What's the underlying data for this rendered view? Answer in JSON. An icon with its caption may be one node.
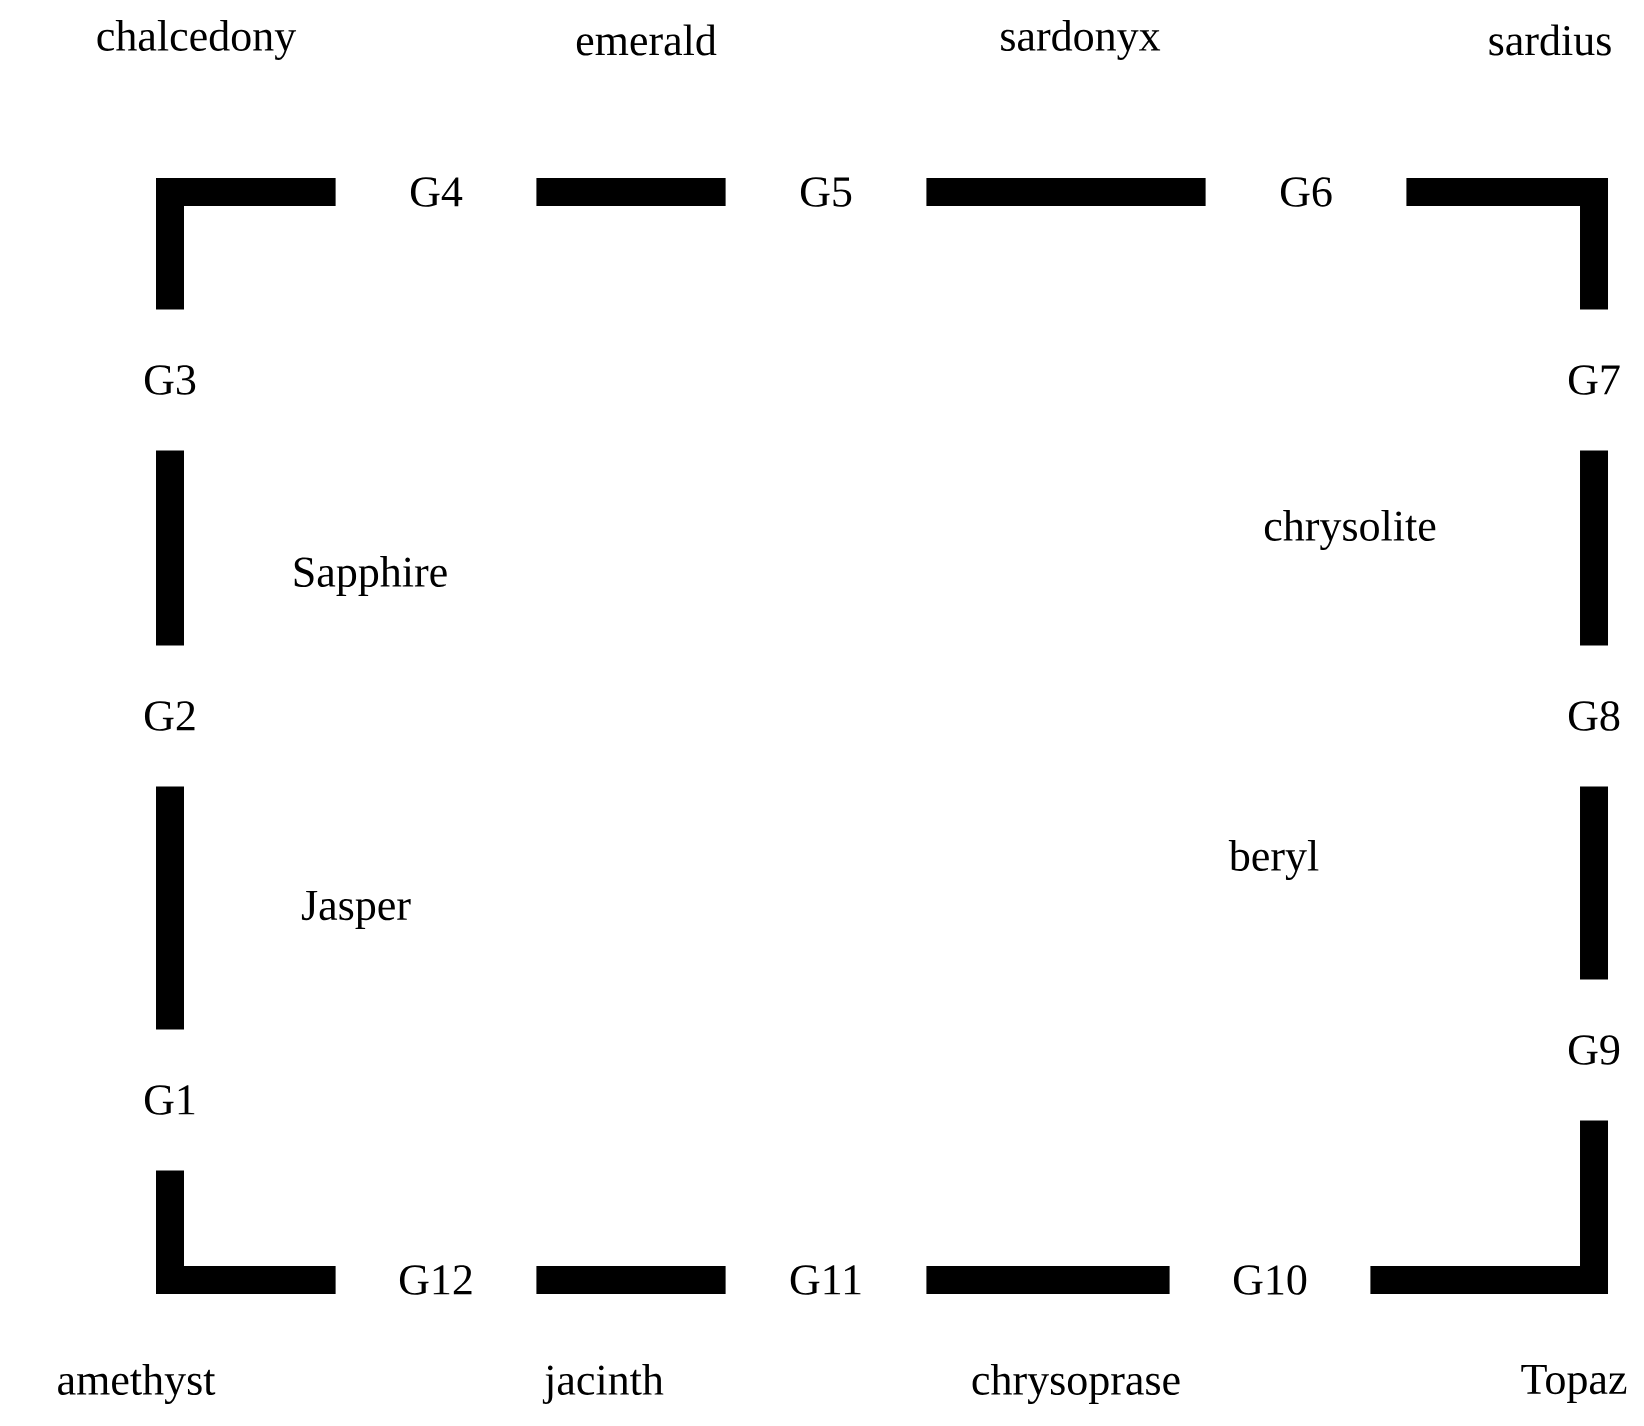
{
  "diagram": {
    "nodes": [
      {
        "text": [
          "G1"
        ]
      },
      {
        "text": [
          "G2"
        ]
      },
      {
        "text": [
          "G3"
        ]
      },
      {
        "text": [
          "G4"
        ]
      },
      {
        "text": [
          "G5"
        ]
      },
      {
        "text": [
          "G6"
        ]
      },
      {
        "text": [
          "G7"
        ]
      },
      {
        "text": [
          "G8"
        ]
      },
      {
        "text": [
          "G9"
        ]
      },
      {
        "text": [
          "G10"
        ]
      },
      {
        "text": [
          "G11"
        ]
      },
      {
        "text": [
          "G12"
        ]
      }
    ],
    "edges": [
      {
        "from": 0,
        "to": 1,
        "arrow": "none"
      },
      {
        "from": 1,
        "to": 2,
        "arrow": "none"
      },
      {
        "from": 2,
        "to": 3,
        "arrow": "none"
      },
      {
        "from": 3,
        "to": 4,
        "arrow": "none"
      },
      {
        "from": 4,
        "to": 5,
        "arrow": "none"
      },
      {
        "from": 5,
        "to": 6,
        "arrow": "none"
      },
      {
        "from": 6,
        "to": 7,
        "arrow": "none"
      },
      {
        "from": 7,
        "to": 8,
        "arrow": "none"
      },
      {
        "from": 8,
        "to": 9,
        "arrow": "none"
      },
      {
        "from": 9,
        "to": 10,
        "arrow": "none"
      },
      {
        "from": 10,
        "to": 11,
        "arrow": "none"
      },
      {
        "from": 11,
        "to": 0,
        "arrow": "none"
      }
    ],
    "labels": [
      "chalcedony",
      "emerald",
      "sardonyx",
      "sardius",
      "chrysolite",
      "Sapphire",
      "beryl",
      "Jasper",
      "amethyst",
      "jacinth",
      "chrysoprase",
      "Topaz"
    ]
  }
}
